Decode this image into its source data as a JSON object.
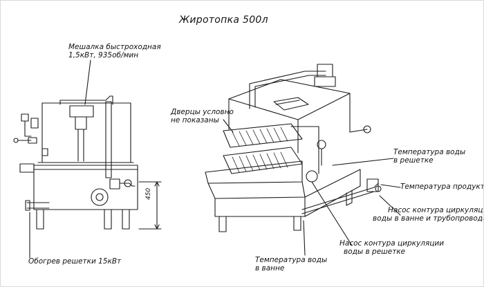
{
  "title": "Жиротопка 500л",
  "labels": {
    "mixer_line1": "Мешалка быстроходная",
    "mixer_line2": "1,5кВт, 935об/мин",
    "doors_line1": "Дверцы условно",
    "doors_line2": "не показаны",
    "grid_temp_line1": "Температура воды",
    "grid_temp_line2": "в решетке",
    "product_temp": "Температура продукта",
    "pump_bath_line1": "Насос контура циркуляции",
    "pump_bath_line2": "воды в ванне и трубопроводах",
    "pump_grid_line1": "Насос контура циркуляции",
    "pump_grid_line2": "воды в решетке",
    "bath_temp_line1": "Температура воды",
    "bath_temp_line2": "в ванне",
    "heating": "Обогрев решетки 15кВт",
    "dimension": "450"
  },
  "colors": {
    "line": "#1a1a1a",
    "background": "#ffffff"
  }
}
